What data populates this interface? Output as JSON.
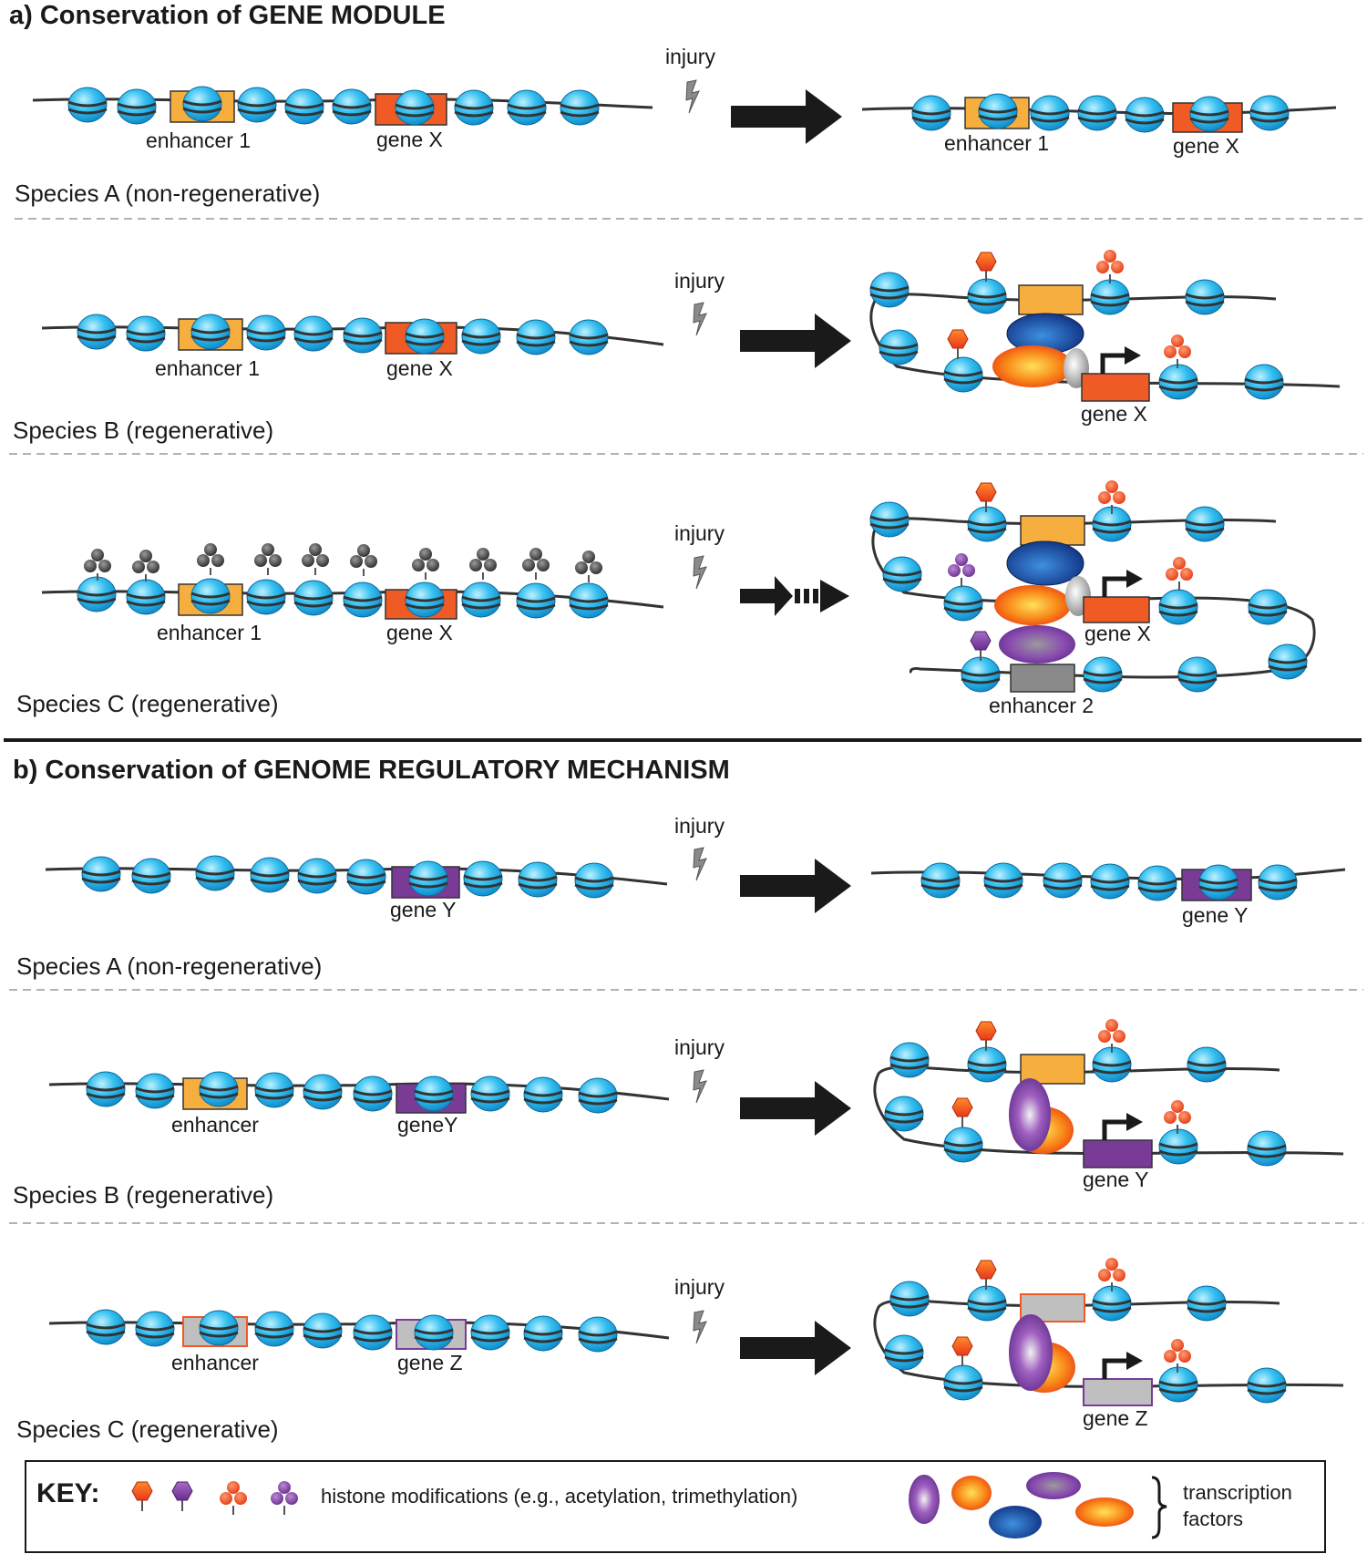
{
  "section_a": {
    "title": "a) Conservation of GENE MODULE",
    "rows": [
      {
        "species": "Species A (non-regenerative)",
        "injury": "injury",
        "left_enhancer": "enhancer 1",
        "left_gene": "gene X",
        "right_enhancer": "enhancer 1",
        "right_gene": "gene X"
      },
      {
        "species": "Species B (regenerative)",
        "injury": "injury",
        "left_enhancer": "enhancer 1",
        "left_gene": "gene X",
        "right_gene": "gene X"
      },
      {
        "species": "Species C (regenerative)",
        "injury": "injury",
        "left_enhancer": "enhancer 1",
        "left_gene": "gene X",
        "right_gene": "gene X",
        "right_enhancer2": "enhancer 2"
      }
    ]
  },
  "section_b": {
    "title": "b) Conservation of GENOME REGULATORY MECHANISM",
    "rows": [
      {
        "species": "Species A (non-regenerative)",
        "injury": "injury",
        "left_gene": "gene Y",
        "right_gene": "gene Y"
      },
      {
        "species": "Species B (regenerative)",
        "injury": "injury",
        "left_enhancer": "enhancer",
        "left_gene": "geneY",
        "right_gene": "gene Y"
      },
      {
        "species": "Species C (regenerative)",
        "injury": "injury",
        "left_enhancer": "enhancer",
        "left_gene": "gene Z",
        "right_gene": "gene Z"
      }
    ]
  },
  "key": {
    "title": "KEY:",
    "histone_text": "histone modifications (e.g., acetylation, trimethylation)",
    "tf_text_1": "transcription",
    "tf_text_2": "factors"
  },
  "colors": {
    "nucleosome": "#29b6e8",
    "enhancer": "#f6ae3f",
    "gene_x": "#f05a24",
    "gene_y": "#7a3b96",
    "gray_box": "#bfbfbf",
    "mark_orange": "#ef4b22",
    "mark_purple": "#7a3b96",
    "mark_black": "#3a3a3a"
  }
}
